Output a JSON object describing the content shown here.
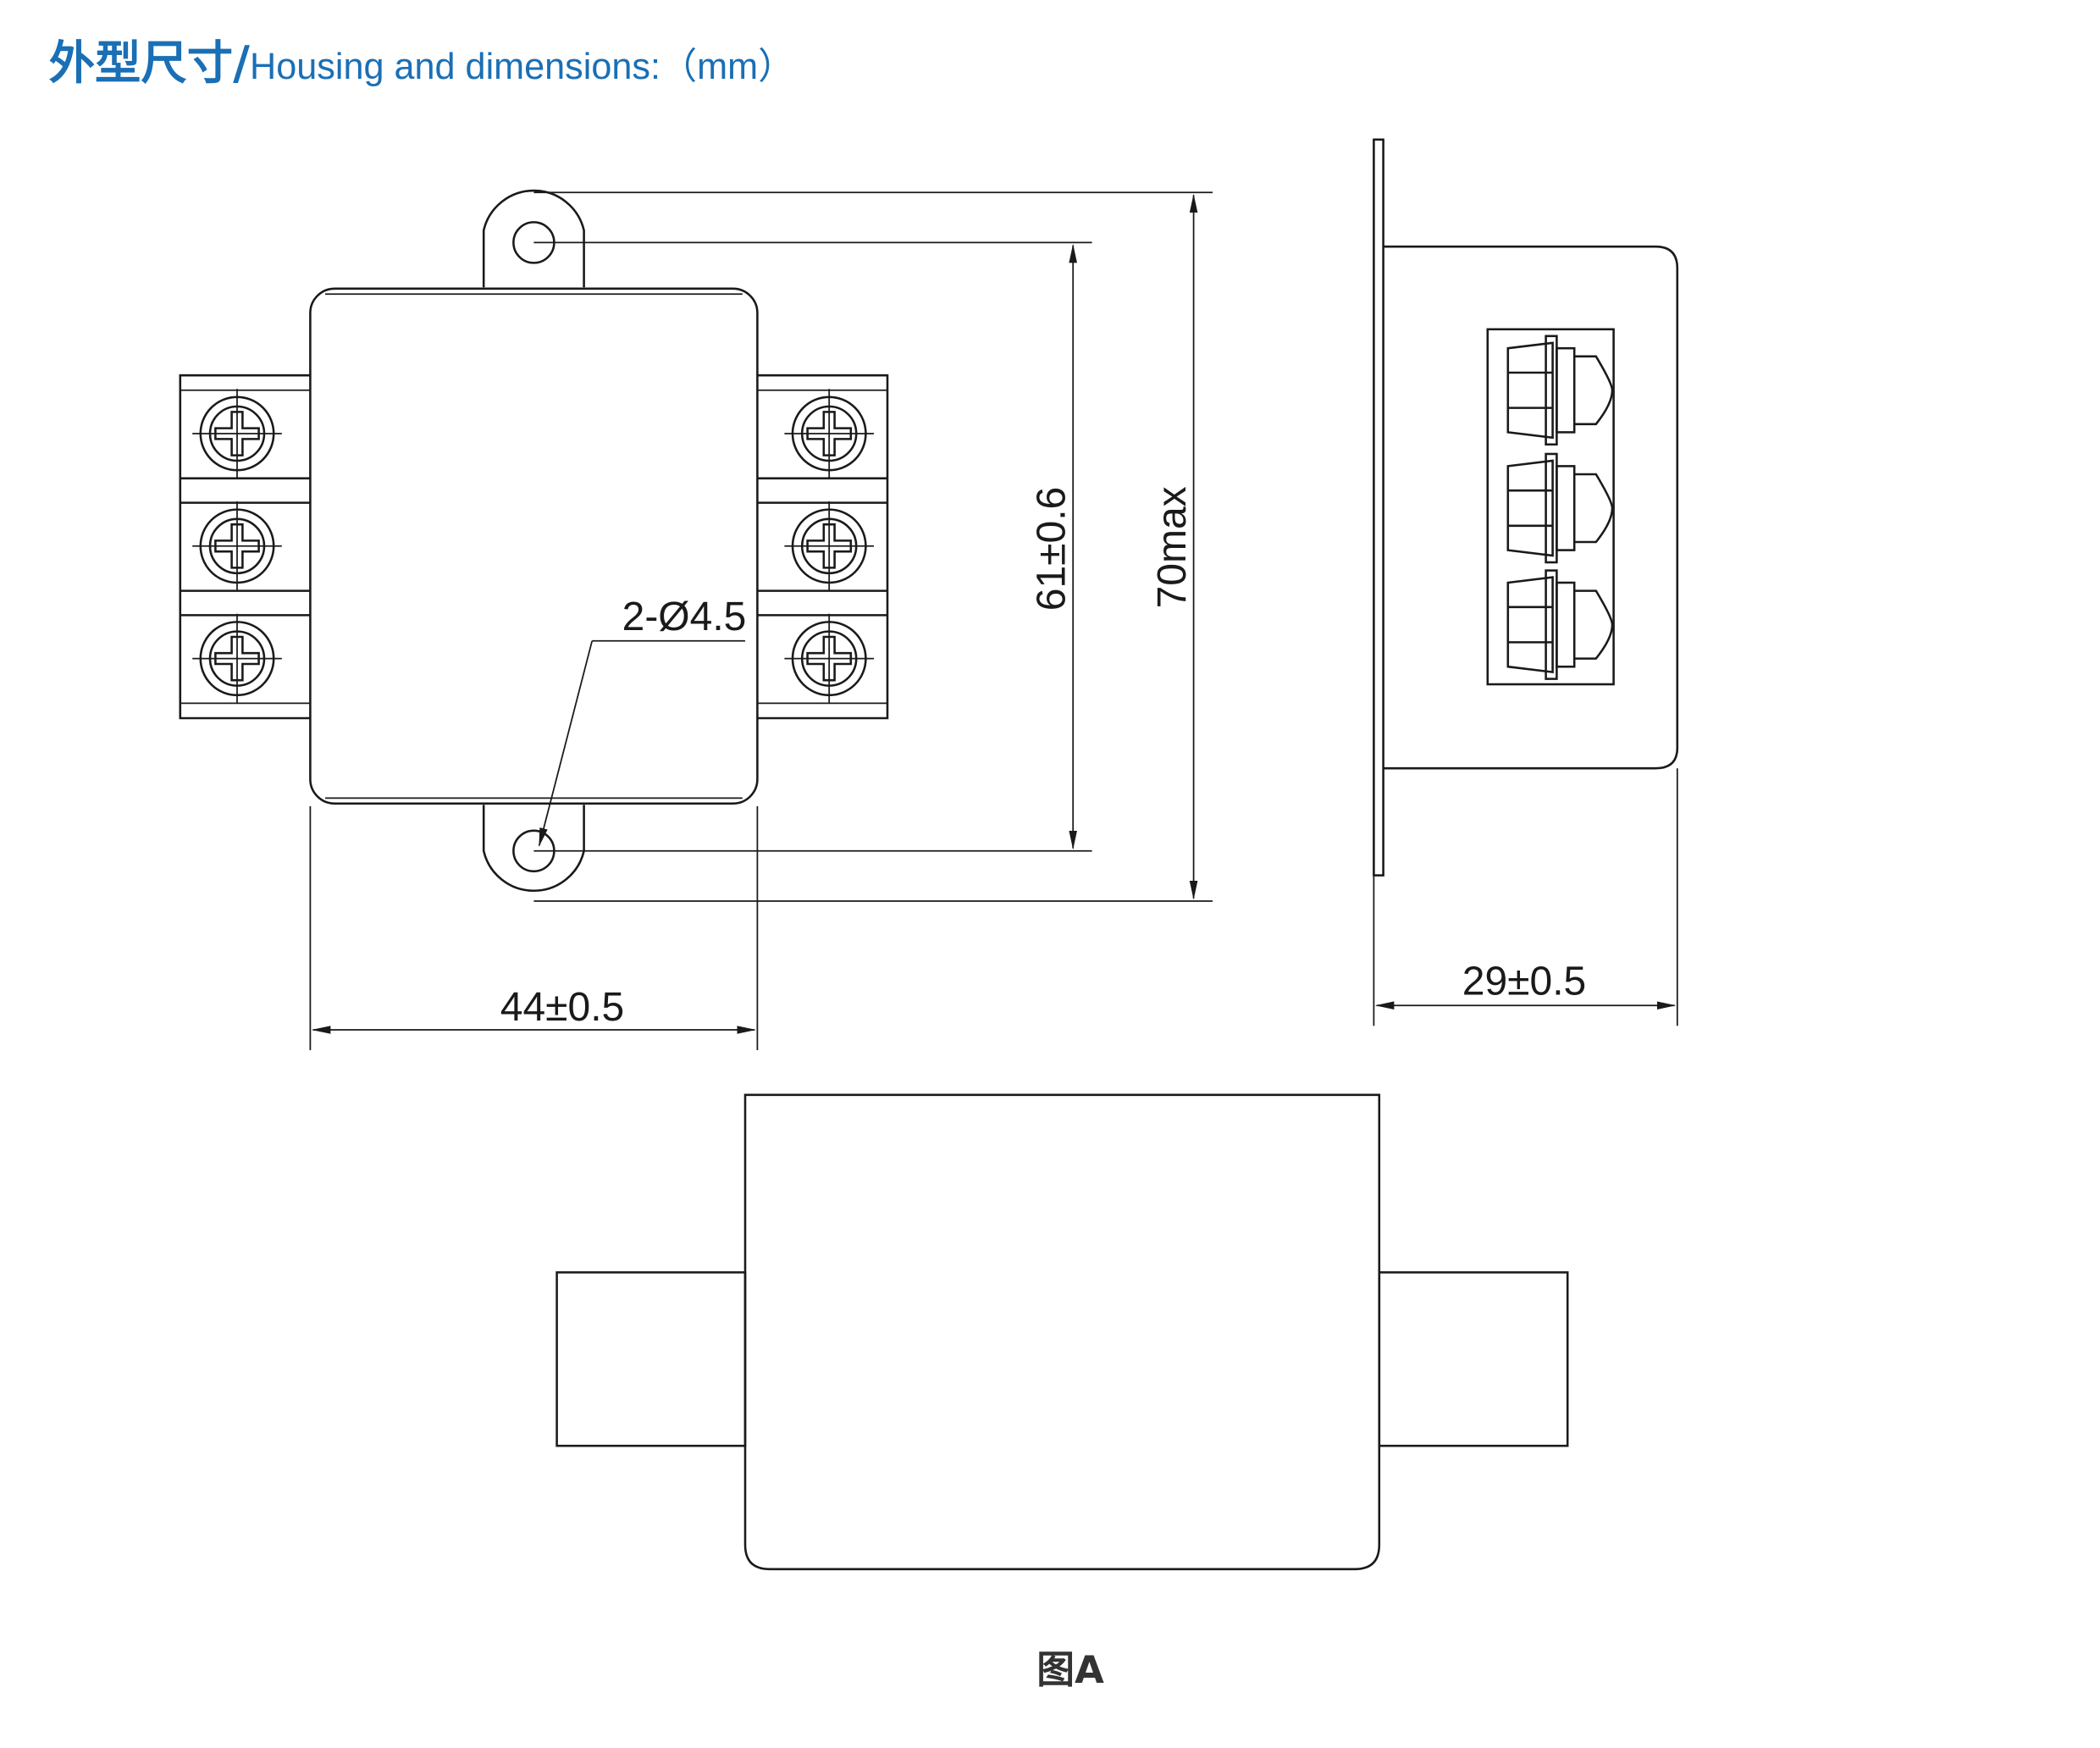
{
  "title": {
    "cn": "外型尺寸",
    "separator": "/",
    "en": "Housing and dimensions:（mm）"
  },
  "dimensions": {
    "height_mount": "61±0.6",
    "height_max": "70max",
    "width": "44±0.5",
    "depth": "29±0.5",
    "holes": "2-Ø4.5"
  },
  "caption": "图A",
  "colors": {
    "title": "#1a6fb5",
    "line": "#1a1a1a"
  }
}
